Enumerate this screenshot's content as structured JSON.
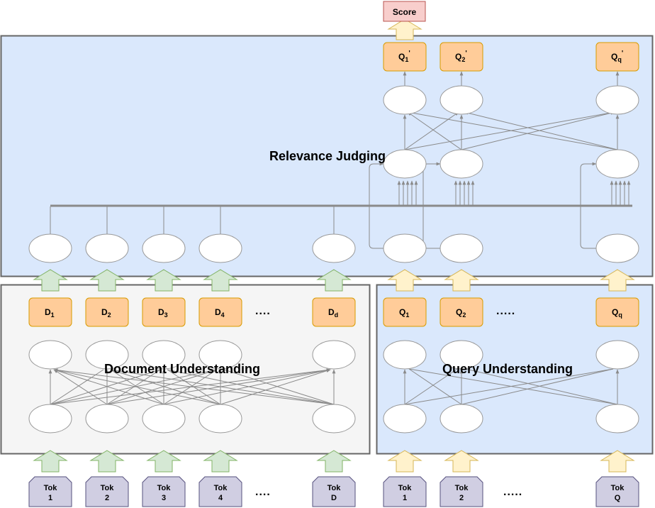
{
  "sections": {
    "relevance": "Relevance Judging",
    "document": "Document Understanding",
    "query": "Query Understanding"
  },
  "score": "Score",
  "doc_reps": [
    {
      "base": "D",
      "sub": "1"
    },
    {
      "base": "D",
      "sub": "2"
    },
    {
      "base": "D",
      "sub": "3"
    },
    {
      "base": "D",
      "sub": "4"
    },
    {
      "base": "D",
      "sub": "d"
    }
  ],
  "query_reps": [
    {
      "base": "Q",
      "sub": "1"
    },
    {
      "base": "Q",
      "sub": "2"
    },
    {
      "base": "Q",
      "sub": "q"
    }
  ],
  "output_reps": [
    {
      "base": "Q",
      "sub": "1",
      "prime": "'"
    },
    {
      "base": "Q",
      "sub": "2",
      "prime": "'"
    },
    {
      "base": "Q",
      "sub": "q",
      "prime": "'"
    }
  ],
  "doc_tokens": [
    {
      "line1": "Tok",
      "line2": "1"
    },
    {
      "line1": "Tok",
      "line2": "2"
    },
    {
      "line1": "Tok",
      "line2": "3"
    },
    {
      "line1": "Tok",
      "line2": "4"
    },
    {
      "line1": "Tok",
      "line2": "D"
    }
  ],
  "query_tokens": [
    {
      "line1": "Tok",
      "line2": "1"
    },
    {
      "line1": "Tok",
      "line2": "2"
    },
    {
      "line1": "Tok",
      "line2": "Q"
    }
  ],
  "ellipsis_doc": "....",
  "ellipsis_query": ".....",
  "colors": {
    "relevance_bg": "#dae8fc",
    "document_bg": "#f5f5f5",
    "query_bg": "#dae8fc",
    "panel_border": "#666666",
    "rep_fill": "#ffcc99",
    "rep_border": "#d79b00",
    "score_fill": "#f8cecc",
    "score_border": "#b85450",
    "token_fill": "#d0cee2",
    "token_border": "#56517e",
    "green_arrow_fill": "#d5e8d4",
    "green_arrow_border": "#82b366",
    "yellow_arrow_fill": "#fff2cc",
    "yellow_arrow_border": "#d6b656"
  }
}
